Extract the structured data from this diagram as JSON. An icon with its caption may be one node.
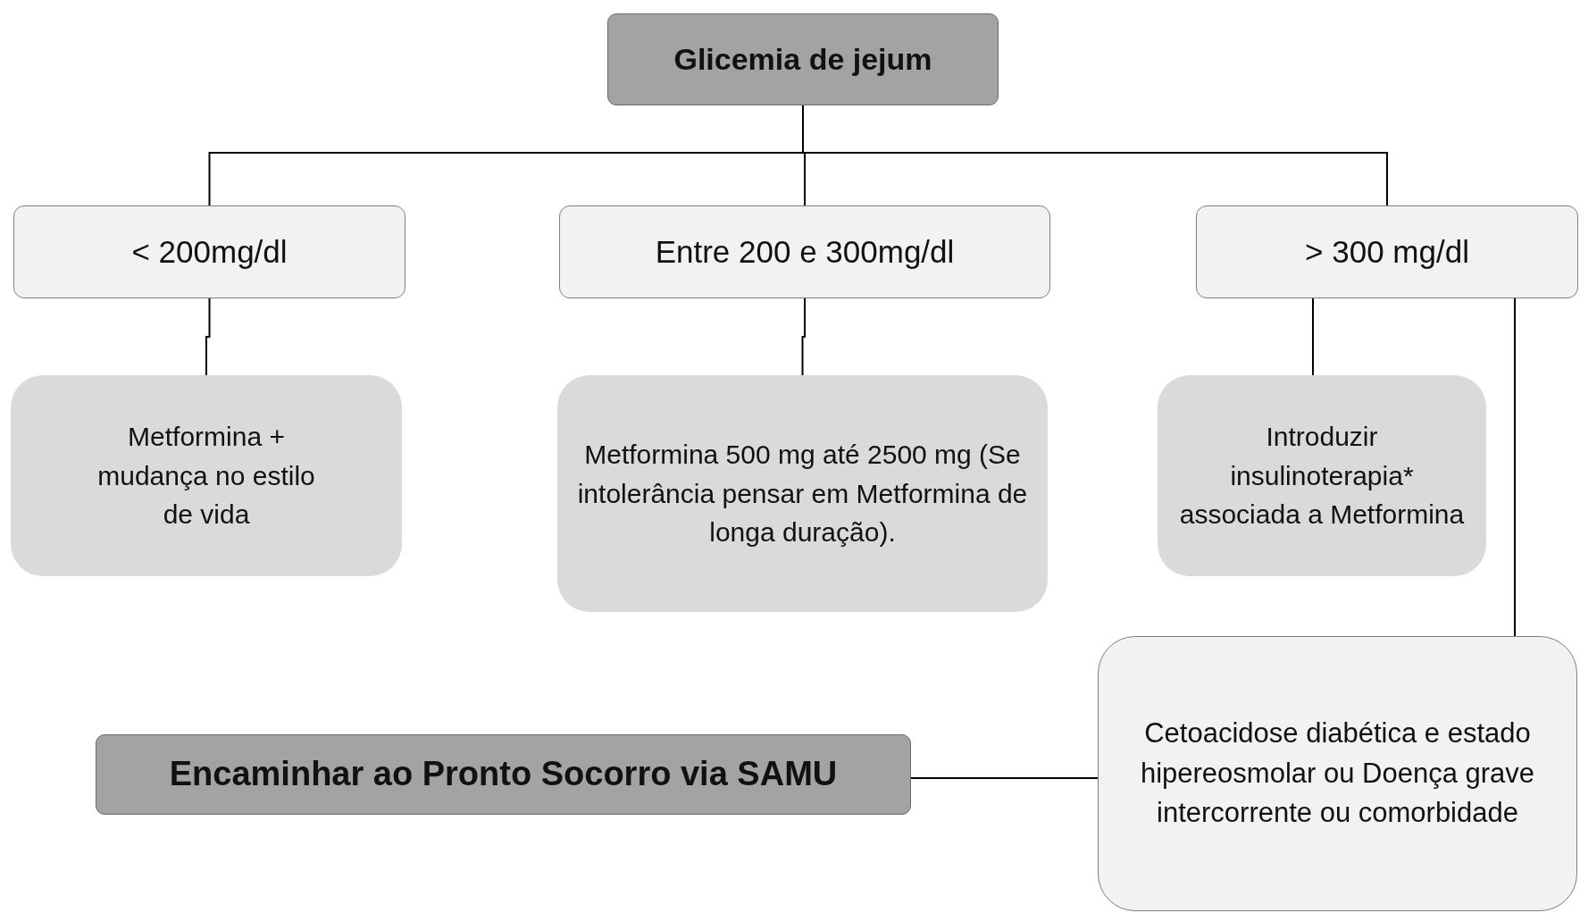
{
  "diagram": {
    "nodes": [
      {
        "text": [
          "Glicemia de jejum"
        ]
      },
      {
        "text": [
          "< 200mg/dl"
        ]
      },
      {
        "text": [
          "Entre 200 e 300mg/dl"
        ]
      },
      {
        "text": [
          "> 300 mg/dl"
        ]
      },
      {
        "text": [
          "Metformina + mudança no estilo de vida"
        ]
      },
      {
        "text": [
          "Metformina 500 mg até 2500 mg (Se intolerância pensar em Metformina de longa duração)."
        ]
      },
      {
        "text": [
          "Introduzir insulinoterapia* associada a Metformina"
        ]
      },
      {
        "text": [
          "Cetoacidose diabética e estado hipereosmolar ou Doença grave intercorrente ou comorbidade"
        ]
      },
      {
        "text": [
          "Encaminhar ao Pronto Socorro via SAMU"
        ]
      }
    ],
    "edges": [
      {
        "from": 0,
        "to": 1,
        "arrow": "none"
      },
      {
        "from": 0,
        "to": 2,
        "arrow": "none"
      },
      {
        "from": 0,
        "to": 3,
        "arrow": "none"
      },
      {
        "from": 1,
        "to": 4,
        "arrow": "none"
      },
      {
        "from": 2,
        "to": 5,
        "arrow": "none"
      },
      {
        "from": 3,
        "to": 6,
        "arrow": "none"
      },
      {
        "from": 3,
        "to": 7,
        "arrow": "none"
      },
      {
        "from": 7,
        "to": 8,
        "arrow": "none"
      }
    ]
  }
}
